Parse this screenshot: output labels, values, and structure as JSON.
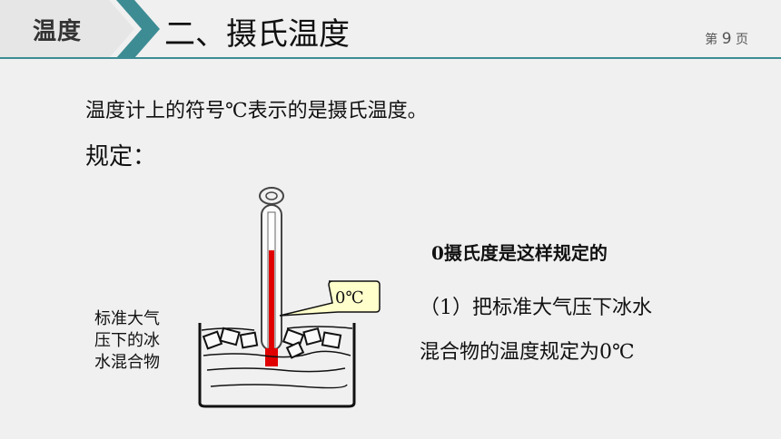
{
  "header": {
    "section_tag": "温度",
    "title": "二、摄氏温度",
    "page_prefix": "第",
    "page_number": "9",
    "page_suffix": "页"
  },
  "body": {
    "intro": "温度计上的符号℃表示的是摄氏温度。",
    "rule_label": "规定："
  },
  "diagram": {
    "mixture_label_lines": [
      "标准大气",
      "压下的冰",
      "水混合物"
    ],
    "callout": "0℃",
    "mercury_color": "#e00000",
    "callout_fill": "#ffffcc"
  },
  "rule": {
    "heading": "0摄氏度是这样规定的",
    "line1": "（1）把标准大气压下冰水",
    "line2": "混合物的温度规定为0℃"
  },
  "colors": {
    "accent": "#3d8c94",
    "background": "#f0f0f0"
  }
}
